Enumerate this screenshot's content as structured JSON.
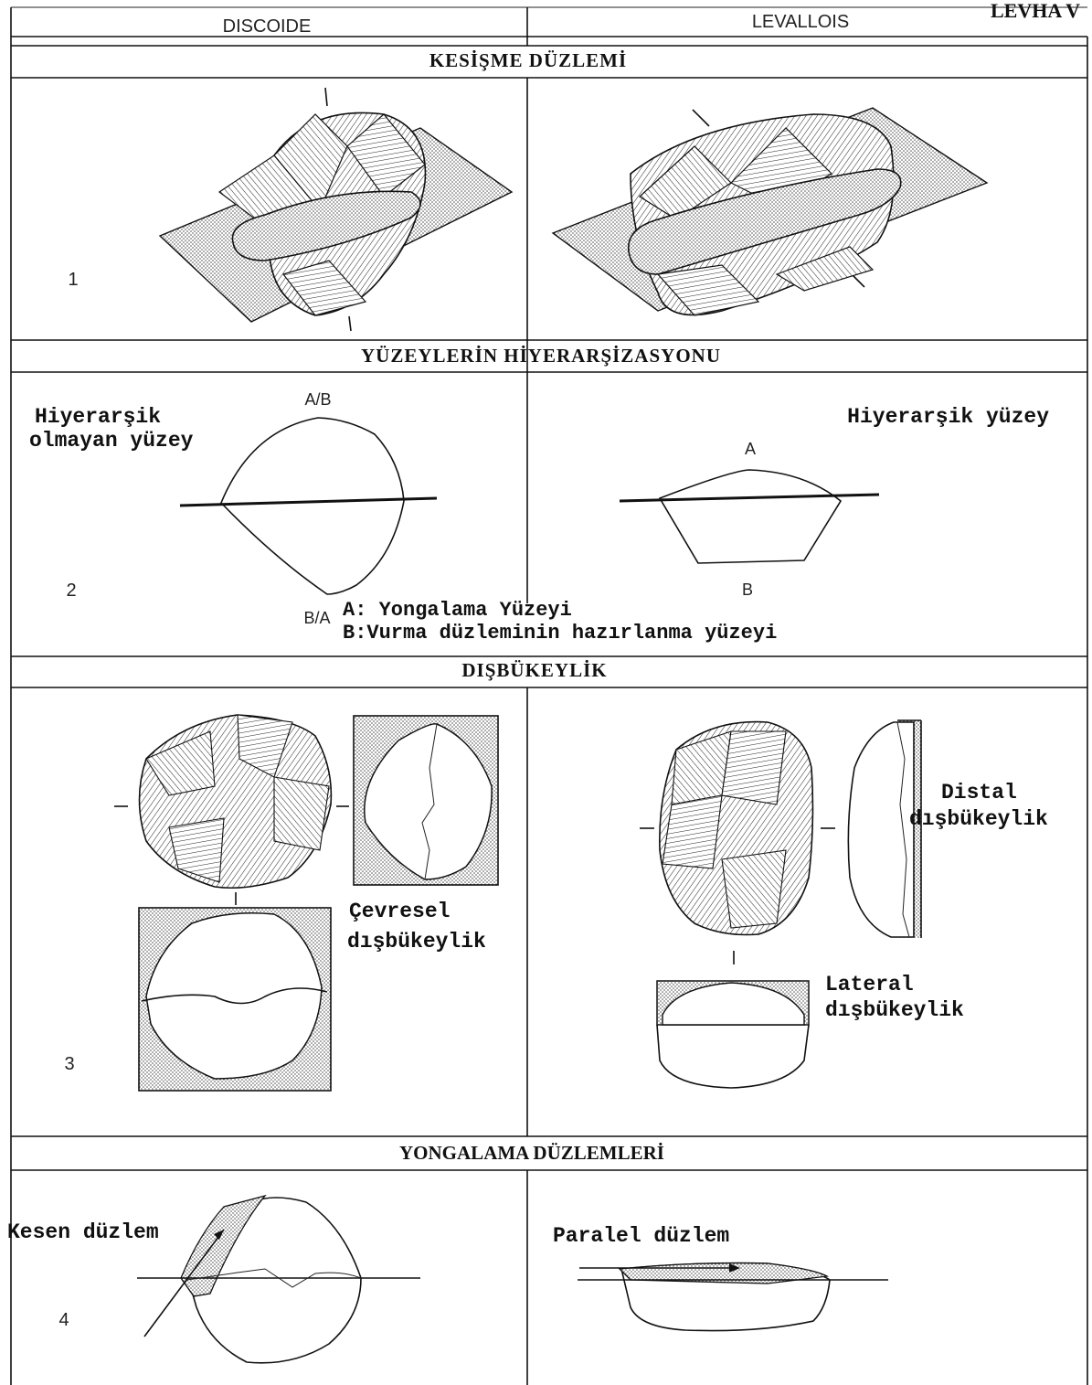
{
  "columns": {
    "left": "DISCOIDE",
    "right": "LEVALLOIS"
  },
  "plate_label": "LEVHA V",
  "sections": {
    "s1": {
      "title": "KESİŞME DÜZLEMİ",
      "number": "1"
    },
    "s2": {
      "title": "YÜZEYLERİN HİYERARŞİZASYONU",
      "number": "2",
      "left_label_line1": "Hiyerarşik",
      "left_label_line2": "olmayan yüzey",
      "right_label": "Hiyerarşik yüzey",
      "left_top_letter": "A/B",
      "left_bottom_letter": "B/A",
      "right_top_letter": "A",
      "right_bottom_letter": "B",
      "legend_a": "A: Yongalama Yüzeyi",
      "legend_b": "B:Vurma düzleminin hazırlanma yüzeyi"
    },
    "s3": {
      "title": "DIŞBÜKEYLİK",
      "number": "3",
      "left_label_line1": "Çevresel",
      "left_label_line2": "dışbükeylik",
      "distal_line1": "Distal",
      "distal_line2": "dışbükeylik",
      "lateral_line1": "Lateral",
      "lateral_line2": "dışbükeylik"
    },
    "s4": {
      "title": "YONGALAMA DÜZLEMLERİ",
      "number": "4",
      "left_label": "Kesen düzlem",
      "right_label": "Paralel düzlem"
    }
  }
}
